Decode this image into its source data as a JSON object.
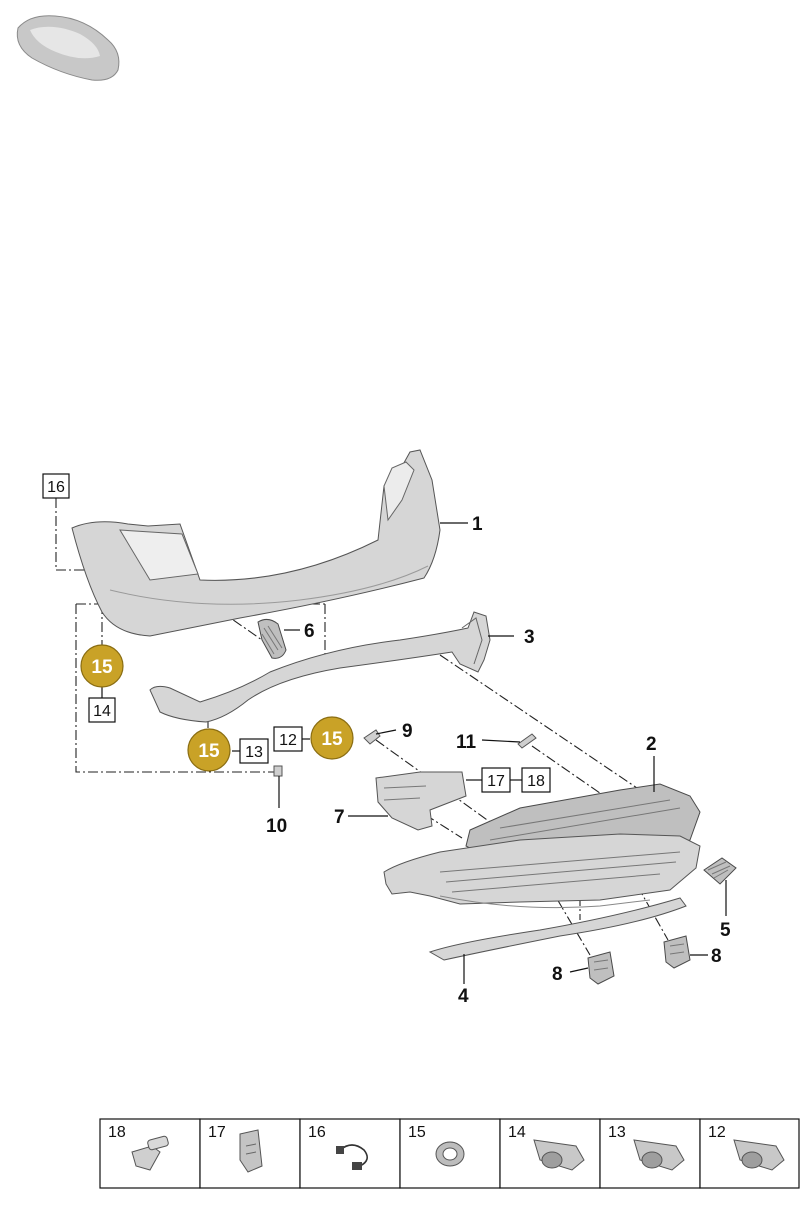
{
  "callouts": {
    "c1": "1",
    "c2": "2",
    "c3": "3",
    "c4": "4",
    "c5": "5",
    "c6": "6",
    "c7": "7",
    "c8a": "8",
    "c8b": "8",
    "c9": "9",
    "c10": "10",
    "c11": "11"
  },
  "boxed_labels": {
    "b16": "16",
    "b14": "14",
    "b13": "13",
    "b12": "12",
    "b17": "17",
    "b18": "18"
  },
  "medals": {
    "m1": "15",
    "m2": "15",
    "m3": "15"
  },
  "medal_color": "#c9a227",
  "legend": {
    "items": [
      {
        "num": "18",
        "icon": "screw-icon"
      },
      {
        "num": "17",
        "icon": "clip-icon"
      },
      {
        "num": "16",
        "icon": "wiring-harness-icon"
      },
      {
        "num": "15",
        "icon": "sealing-ring-icon"
      },
      {
        "num": "14",
        "icon": "parking-sensor-icon"
      },
      {
        "num": "13",
        "icon": "parking-sensor-icon"
      },
      {
        "num": "12",
        "icon": "parking-sensor-icon"
      }
    ]
  }
}
